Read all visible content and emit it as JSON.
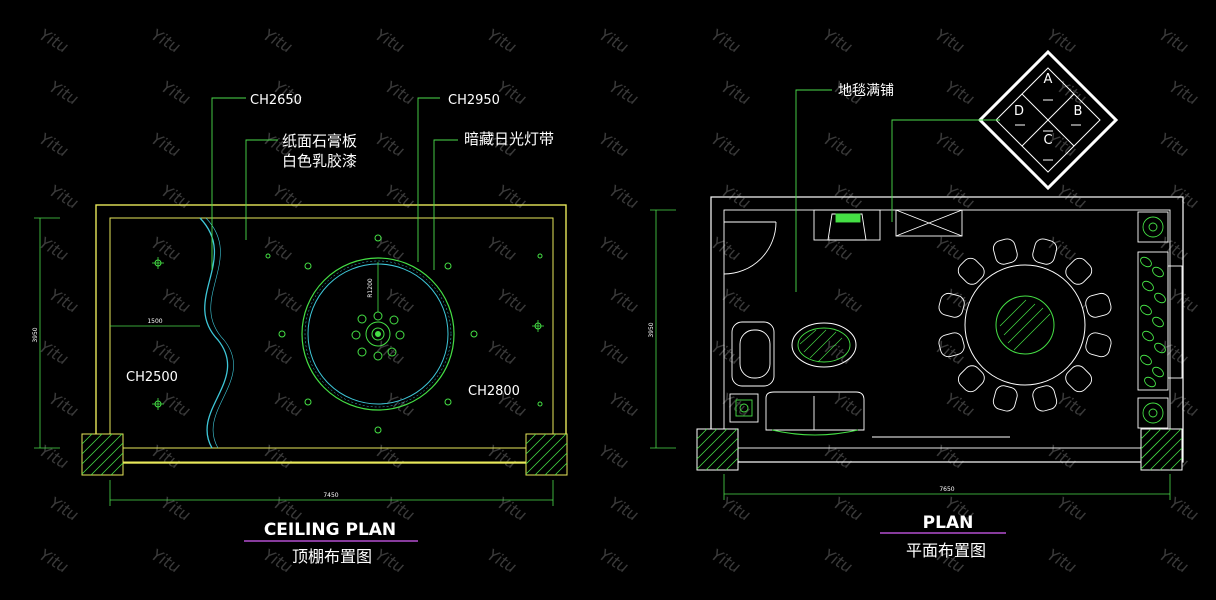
{
  "watermark": {
    "text": "Yitu"
  },
  "colors": {
    "background": "#000000",
    "wall": "#e8e85a",
    "label": "#ffffff",
    "leader": "#4bdc4b",
    "curve": "#3ec7d8",
    "furniture": "#ffffff",
    "plant": "#45e045",
    "underline": "#b44fd0"
  },
  "ceiling": {
    "title_en": "CEILING PLAN",
    "title_cn": "顶棚布置图",
    "labels": {
      "ch2650": "CH2650",
      "ch2950": "CH2950",
      "ch2500": "CH2500",
      "ch2800": "CH2800",
      "gypsum_line1": "纸面石膏板",
      "gypsum_line2": "白色乳胶漆",
      "light_strip": "暗藏日光灯带"
    },
    "dims": {
      "width": "7450",
      "height": "3950",
      "offset": "1500",
      "radius": "R1200"
    }
  },
  "plan": {
    "title_en": "PLAN",
    "title_cn": "平面布置图",
    "labels": {
      "carpet": "地毯满铺"
    },
    "compass": {
      "a": "A",
      "b": "B",
      "c": "C",
      "d": "D"
    },
    "dims": {
      "width": "7650",
      "height": "3950"
    }
  }
}
